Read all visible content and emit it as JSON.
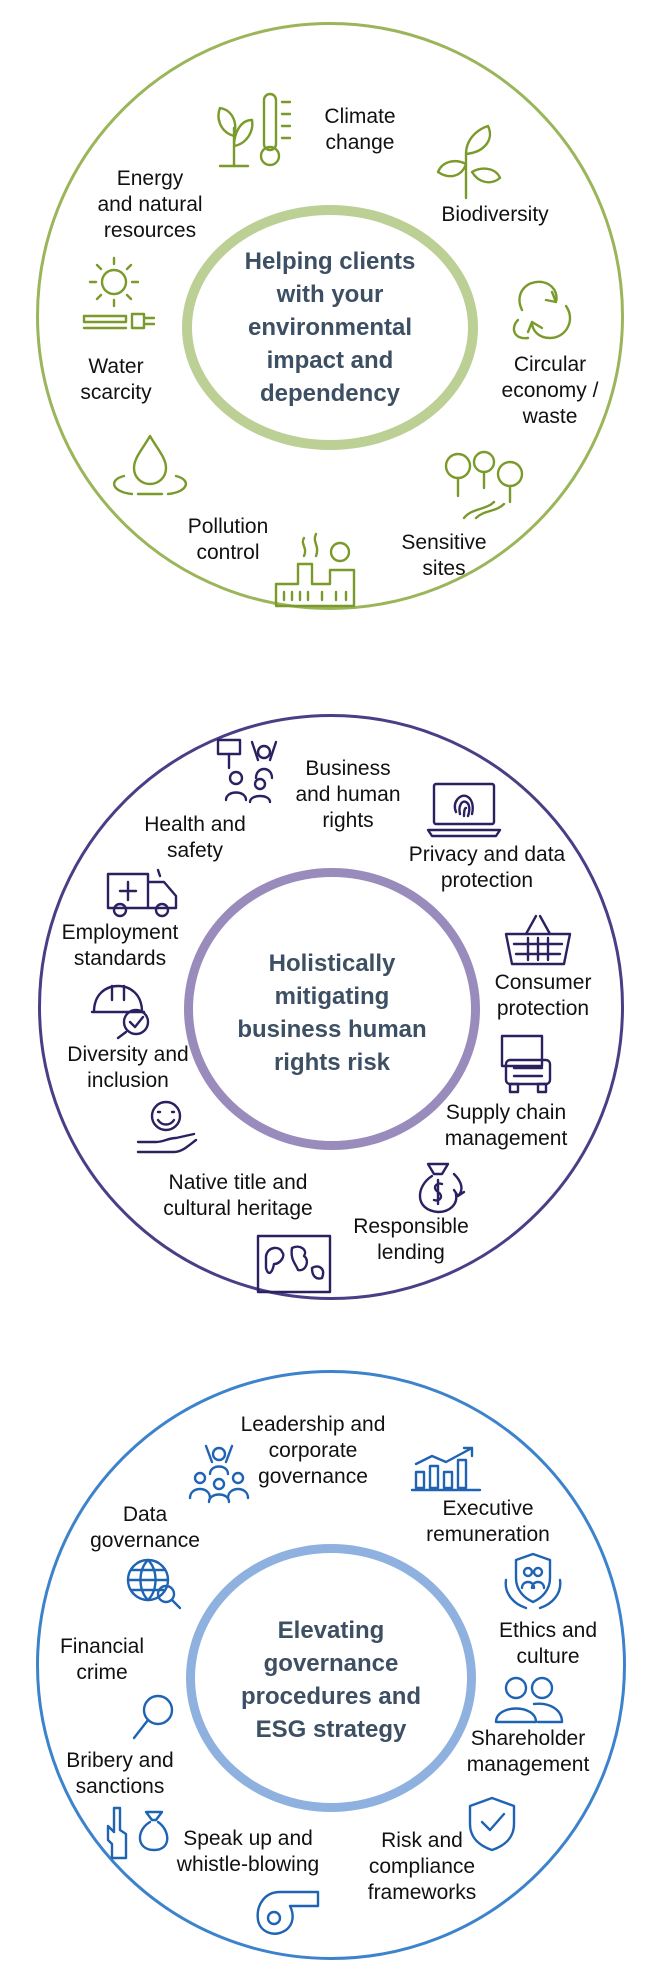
{
  "colors": {
    "environment_ring": "#9bb55a",
    "environment_inner": "#bccf94",
    "environment_icon": "#7a9a2c",
    "human_rights_ring": "#4b3d86",
    "human_rights_inner": "#9a8bbd",
    "human_rights_icon": "#2b2060",
    "governance_ring": "#3d83cc",
    "governance_inner": "#8fb1df",
    "governance_icon": "#1f63b3",
    "center_text": "#3d4f63"
  },
  "environment": {
    "center": [
      "Helping clients",
      "with your",
      "environmental",
      "impact and",
      "dependency"
    ],
    "items": [
      {
        "label": [
          "Climate",
          "change"
        ],
        "icon": "plant-thermometer-icon"
      },
      {
        "label": [
          "Biodiversity"
        ],
        "icon": "seedling-icon"
      },
      {
        "label": [
          "Circular",
          "economy /",
          "waste"
        ],
        "icon": "recycle-leaves-icon"
      },
      {
        "label": [
          "Sensitive",
          "sites"
        ],
        "icon": "trees-river-icon"
      },
      {
        "label": [
          "Pollution",
          "control"
        ],
        "icon": "factory-icon"
      },
      {
        "label": [],
        "icon": "water-drop-icon"
      },
      {
        "label": [
          "Water",
          "scarcity"
        ],
        "icon": "water-drop-icon"
      },
      {
        "label": [
          "Energy",
          "and natural",
          "resources"
        ],
        "icon": "sun-plug-icon"
      }
    ]
  },
  "human_rights": {
    "center": [
      "Holistically",
      "mitigating",
      "business human",
      "rights risk"
    ],
    "items": [
      {
        "label": [
          "Business",
          "and human",
          "rights"
        ],
        "icon": "protest-crowd-icon"
      },
      {
        "label": [
          "Privacy and data",
          "protection"
        ],
        "icon": "laptop-fingerprint-icon"
      },
      {
        "label": [
          "Consumer",
          "protection"
        ],
        "icon": "shopping-basket-icon"
      },
      {
        "label": [
          "Supply chain",
          "management"
        ],
        "icon": "truck-icon"
      },
      {
        "label": [
          "Responsible",
          "lending"
        ],
        "icon": "money-bag-icon"
      },
      {
        "label": [
          "Native title and",
          "cultural heritage"
        ],
        "icon": "map-icon"
      },
      {
        "label": [
          "Diversity and",
          "inclusion"
        ],
        "icon": "smiley-hand-icon"
      },
      {
        "label": [
          "Employment",
          "standards"
        ],
        "icon": "hardhat-check-icon"
      },
      {
        "label": [
          "Health and",
          "safety"
        ],
        "icon": "ambulance-icon"
      }
    ]
  },
  "governance": {
    "center": [
      "Elevating",
      "governance",
      "procedures and",
      "ESG strategy"
    ],
    "items": [
      {
        "label": [
          "Leadership and",
          "corporate",
          "governance"
        ],
        "icon": "team-icon"
      },
      {
        "label": [
          "Executive",
          "remuneration"
        ],
        "icon": "bar-chart-icon"
      },
      {
        "label": [
          "Ethics and",
          "culture"
        ],
        "icon": "shield-people-icon"
      },
      {
        "label": [
          "Shareholder",
          "management"
        ],
        "icon": "people-icon"
      },
      {
        "label": [
          "Risk and",
          "compliance",
          "frameworks"
        ],
        "icon": "shield-check-icon"
      },
      {
        "label": [
          "Speak up and",
          "whistle-blowing"
        ],
        "icon": "whistle-icon"
      },
      {
        "label": [
          "Bribery and",
          "sanctions"
        ],
        "icon": "hand-moneybag-icon"
      },
      {
        "label": [
          "Financial",
          "crime"
        ],
        "icon": "magnifier-icon"
      },
      {
        "label": [
          "Data",
          "governance"
        ],
        "icon": "globe-search-icon"
      }
    ]
  }
}
